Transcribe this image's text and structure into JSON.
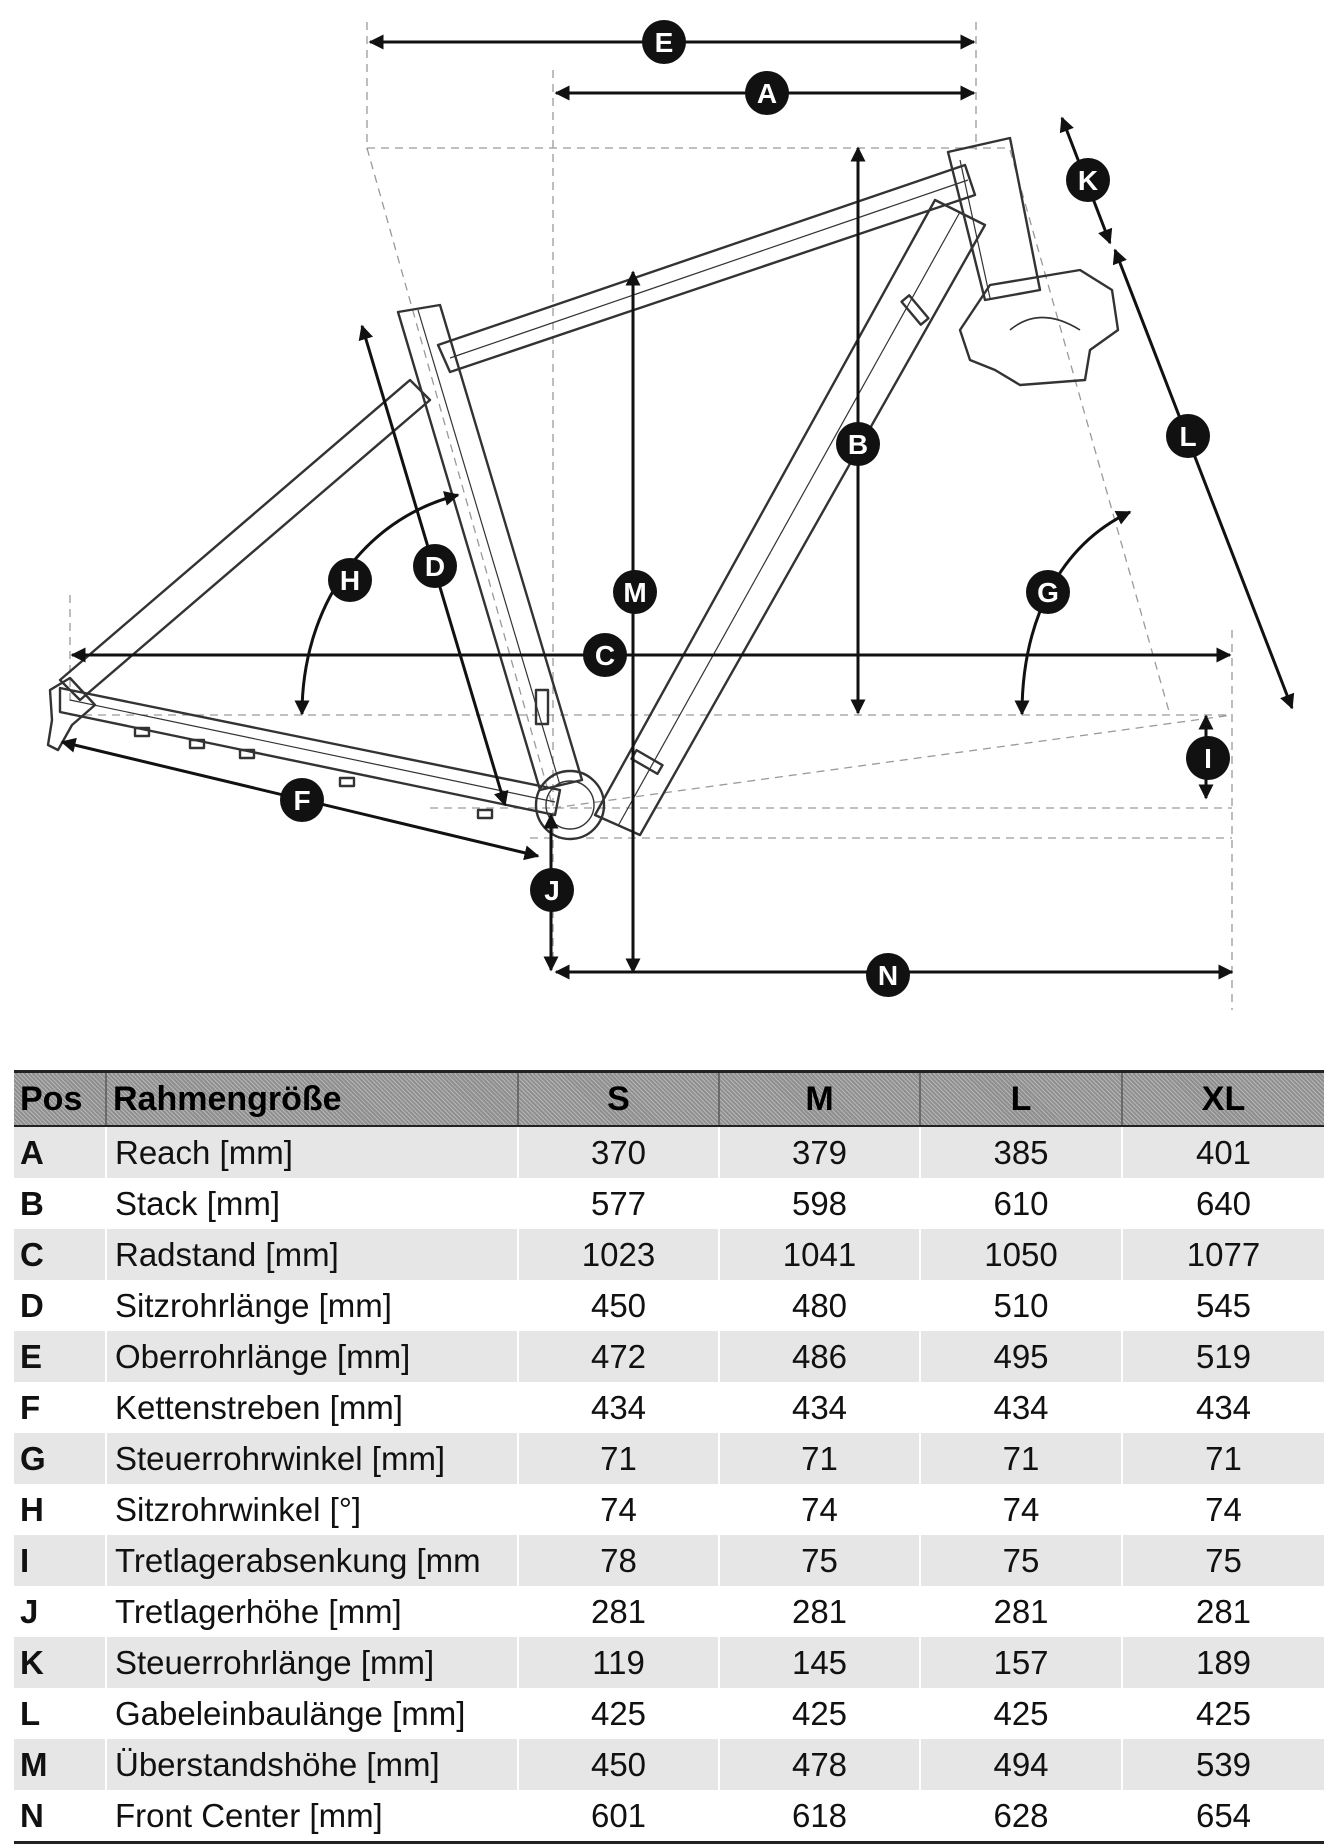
{
  "diagram": {
    "labels": [
      "A",
      "B",
      "C",
      "D",
      "E",
      "F",
      "G",
      "H",
      "I",
      "J",
      "K",
      "L",
      "M",
      "N"
    ]
  },
  "table": {
    "headers": [
      "Pos",
      "Rahmengröße",
      "S",
      "M",
      "L",
      "XL"
    ],
    "rows": [
      {
        "pos": "A",
        "name": "Reach [mm]",
        "values": [
          "370",
          "379",
          "385",
          "401"
        ]
      },
      {
        "pos": "B",
        "name": "Stack [mm]",
        "values": [
          "577",
          "598",
          "610",
          "640"
        ]
      },
      {
        "pos": "C",
        "name": "Radstand [mm]",
        "values": [
          "1023",
          "1041",
          "1050",
          "1077"
        ]
      },
      {
        "pos": "D",
        "name": "Sitzrohrlänge [mm]",
        "values": [
          "450",
          "480",
          "510",
          "545"
        ]
      },
      {
        "pos": "E",
        "name": "Oberrohrlänge [mm]",
        "values": [
          "472",
          "486",
          "495",
          "519"
        ]
      },
      {
        "pos": "F",
        "name": "Kettenstreben [mm]",
        "values": [
          "434",
          "434",
          "434",
          "434"
        ]
      },
      {
        "pos": "G",
        "name": "Steuerrohrwinkel [mm]",
        "values": [
          "71",
          "71",
          "71",
          "71"
        ]
      },
      {
        "pos": "H",
        "name": "Sitzrohrwinkel [°]",
        "values": [
          "74",
          "74",
          "74",
          "74"
        ]
      },
      {
        "pos": "I",
        "name": "Tretlagerabsenkung [mm",
        "values": [
          "78",
          "75",
          "75",
          "75"
        ]
      },
      {
        "pos": "J",
        "name": "Tretlagerhöhe [mm]",
        "values": [
          "281",
          "281",
          "281",
          "281"
        ]
      },
      {
        "pos": "K",
        "name": "Steuerrohrlänge [mm]",
        "values": [
          "119",
          "145",
          "157",
          "189"
        ]
      },
      {
        "pos": "L",
        "name": "Gabeleinbaulänge [mm]",
        "values": [
          "425",
          "425",
          "425",
          "425"
        ]
      },
      {
        "pos": "M",
        "name": "Überstandshöhe [mm]",
        "values": [
          "450",
          "478",
          "494",
          "539"
        ]
      },
      {
        "pos": "N",
        "name": "Front Center [mm]",
        "values": [
          "601",
          "618",
          "628",
          "654"
        ]
      }
    ]
  }
}
